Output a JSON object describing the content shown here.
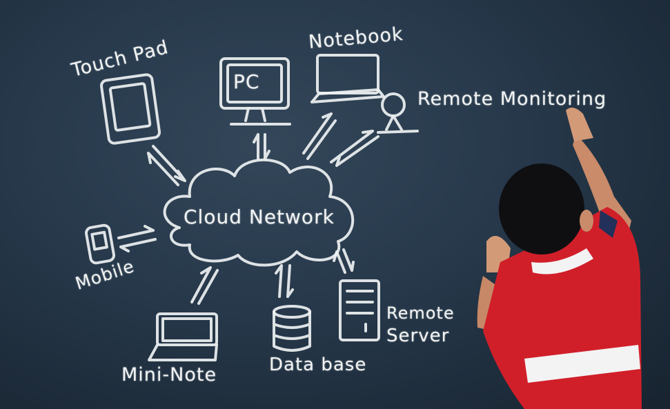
{
  "labels": {
    "touch_pad": "Touch Pad",
    "pc": "PC",
    "notebook": "Notebook",
    "remote_monitoring": "Remote Monitoring",
    "cloud_network": "Cloud Network",
    "mobile": "Mobile",
    "mini_note": "Mini-Note",
    "database": "Data base",
    "remote_server_1": "Remote",
    "remote_server_2": "Server"
  },
  "colors": {
    "board": "#26384a",
    "chalk": "#eef1f2",
    "shirt": "#d11f2a"
  }
}
